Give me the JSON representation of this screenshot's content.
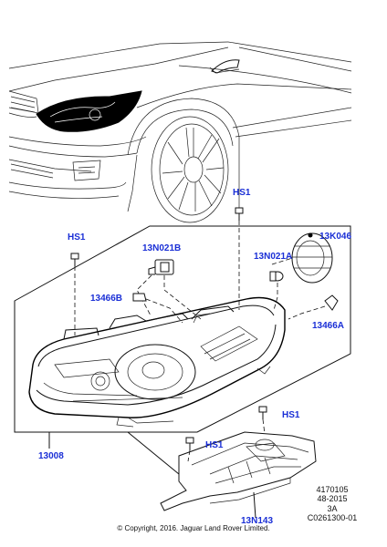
{
  "callouts": {
    "hs1_top": "HS1",
    "hs1_left": "HS1",
    "hs1_right": "HS1",
    "hs1_bottom": "HS1",
    "p13k046": "13K046",
    "p13n021b": "13N021B",
    "p13n021a": "13N021A",
    "p13466b": "13466B",
    "p13466a": "13466A",
    "p13008": "13008",
    "p13n143": "13N143"
  },
  "reference": {
    "line1": "4170105",
    "line2": "48-2015",
    "line3": "3A",
    "line4": "C0261300-01"
  },
  "copyright": "© Copyright, 2016. Jaguar Land Rover Limited.",
  "colors": {
    "callout": "#1a2fd6",
    "line": "#111111"
  }
}
